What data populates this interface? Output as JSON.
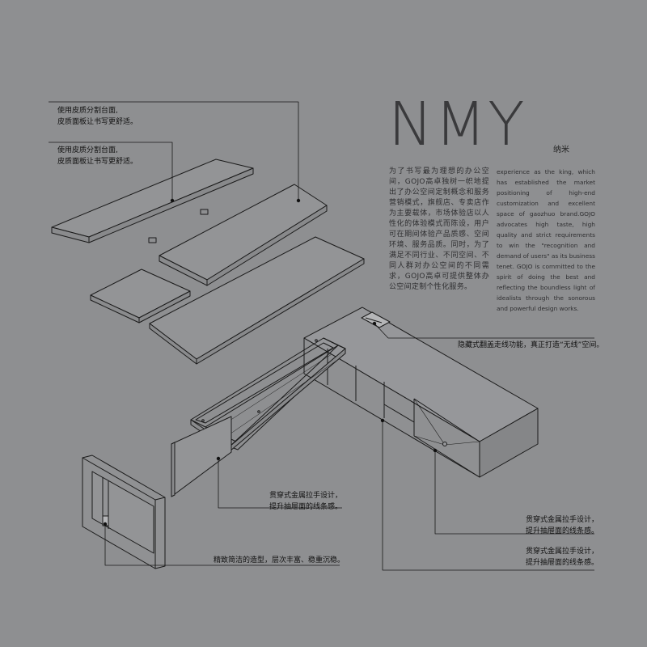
{
  "brand": {
    "title": "NMY",
    "subtitle": "纳米"
  },
  "intro": {
    "zh": "为了书写最为理想的办公空间，GOJO高卓独树一帜地提出了办公空间定制概念和服务营销模式，旗舰店、专卖店作为主要载体，市场体验店以人性化的体验模式而陈设，用户可在期间体验产品质感、空间环境、服务品质。同时，为了满足不同行业、不同空间、不同人群对办公空间的不同需求，GOJO高卓可提供整体办公空间定制个性化服务。",
    "en": "experience as the king, which has established the market positioning of high-end customization and excellent space of gaozhuo brand.GOJO advocates high taste, high quality and strict requirements to win the \"recognition and demand of users\" as its business tenet. GOJO is committed to the spirit of doing the best and reflecting the boundless light of idealists through the sonorous and powerful design works."
  },
  "callouts": [
    {
      "id": "leather-1",
      "lines": [
        "使用皮质分割台面,",
        "皮质面板让书写更舒适。"
      ]
    },
    {
      "id": "leather-2",
      "lines": [
        "使用皮质分割台面,",
        "皮质面板让书写更舒适。"
      ]
    },
    {
      "id": "cable",
      "lines": [
        "隐藏式翻盖走线功能，真正打造“无线”空间。"
      ]
    },
    {
      "id": "handle-1",
      "lines": [
        "贯穿式金属拉手设计，",
        "提升抽屉面的线条感。"
      ]
    },
    {
      "id": "handle-2",
      "lines": [
        "贯穿式金属拉手设计，",
        "提升抽屉面的线条感。"
      ]
    },
    {
      "id": "handle-3",
      "lines": [
        "贯穿式金属拉手设计，",
        "提升抽屉面的线条感。"
      ]
    },
    {
      "id": "form",
      "lines": [
        "精致简洁的造型，层次丰富、稳重沉稳。"
      ]
    }
  ],
  "colors": {
    "background": "#8e8f91",
    "panel": "#939496",
    "line": "#1a1a1a",
    "text": "#111111"
  }
}
